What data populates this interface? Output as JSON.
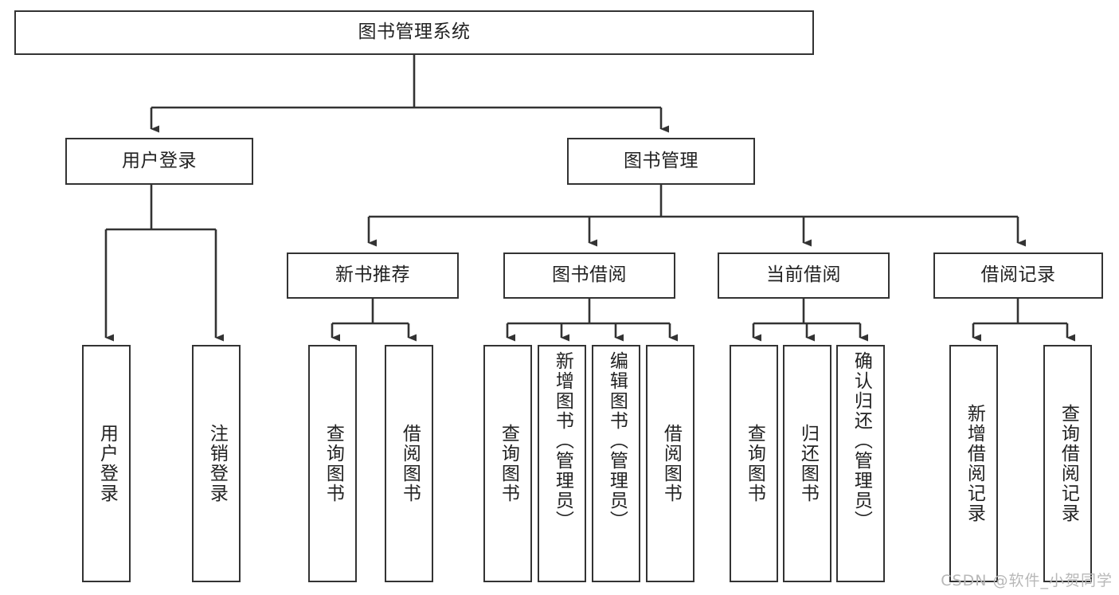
{
  "diagram": {
    "type": "tree-hierarchy",
    "title": "图书管理系统",
    "watermark": "CSDN @软件_小贺同学",
    "colors": {
      "box_border": "#333333",
      "box_fill": "#ffffff",
      "line": "#333333",
      "text": "#222222",
      "watermark": "#b8b8b8",
      "background": "#ffffff"
    },
    "root": {
      "id": "root",
      "label": "图书管理系统"
    },
    "level1": [
      {
        "id": "user-login",
        "label": "用户登录"
      },
      {
        "id": "book-management",
        "label": "图书管理"
      }
    ],
    "level2": [
      {
        "id": "new-book-recommend",
        "label": "新书推荐",
        "parent": "book-management"
      },
      {
        "id": "book-borrow",
        "label": "图书借阅",
        "parent": "book-management"
      },
      {
        "id": "current-borrow",
        "label": "当前借阅",
        "parent": "book-management"
      },
      {
        "id": "borrow-record",
        "label": "借阅记录",
        "parent": "book-management"
      }
    ],
    "leaves": [
      {
        "id": "leaf-user-login",
        "label": "用户登录",
        "parent": "user-login"
      },
      {
        "id": "leaf-logout-login",
        "label": "注销登录",
        "parent": "user-login"
      },
      {
        "id": "leaf-query-book-1",
        "label": "查询图书",
        "parent": "new-book-recommend"
      },
      {
        "id": "leaf-borrow-book-1",
        "label": "借阅图书",
        "parent": "new-book-recommend"
      },
      {
        "id": "leaf-query-book-2",
        "label": "查询图书",
        "parent": "book-borrow"
      },
      {
        "id": "leaf-add-book",
        "label": "新增图书（管理员）",
        "parent": "book-borrow"
      },
      {
        "id": "leaf-edit-book",
        "label": "编辑图书（管理员）",
        "parent": "book-borrow"
      },
      {
        "id": "leaf-borrow-book-2",
        "label": "借阅图书",
        "parent": "book-borrow"
      },
      {
        "id": "leaf-query-book-3",
        "label": "查询图书",
        "parent": "current-borrow"
      },
      {
        "id": "leaf-return-book",
        "label": "归还图书",
        "parent": "current-borrow"
      },
      {
        "id": "leaf-confirm-return",
        "label": "确认归还（管理员）",
        "parent": "current-borrow"
      },
      {
        "id": "leaf-add-record",
        "label": "新增借阅记录",
        "parent": "borrow-record"
      },
      {
        "id": "leaf-query-record",
        "label": "查询借阅记录",
        "parent": "borrow-record"
      }
    ]
  }
}
